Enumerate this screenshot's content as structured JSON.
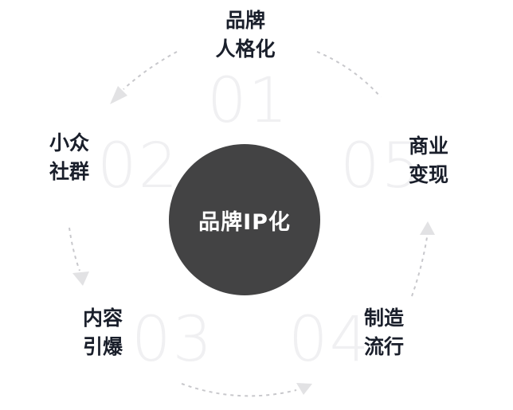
{
  "center": {
    "label": "品牌IP化",
    "color": "#434344"
  },
  "steps": [
    {
      "number": "01",
      "line1": "品牌",
      "line2": "人格化"
    },
    {
      "number": "02",
      "line1": "小众",
      "line2": "社群"
    },
    {
      "number": "03",
      "line1": "内容",
      "line2": "引爆"
    },
    {
      "number": "04",
      "line1": "制造",
      "line2": "流行"
    },
    {
      "number": "05",
      "line1": "商业",
      "line2": "变现"
    }
  ],
  "colors": {
    "text": "#1a1f2b",
    "number": "#f0f0f2",
    "arrow": "#c8c8cc",
    "arrowhead": "#e0e0e2"
  }
}
